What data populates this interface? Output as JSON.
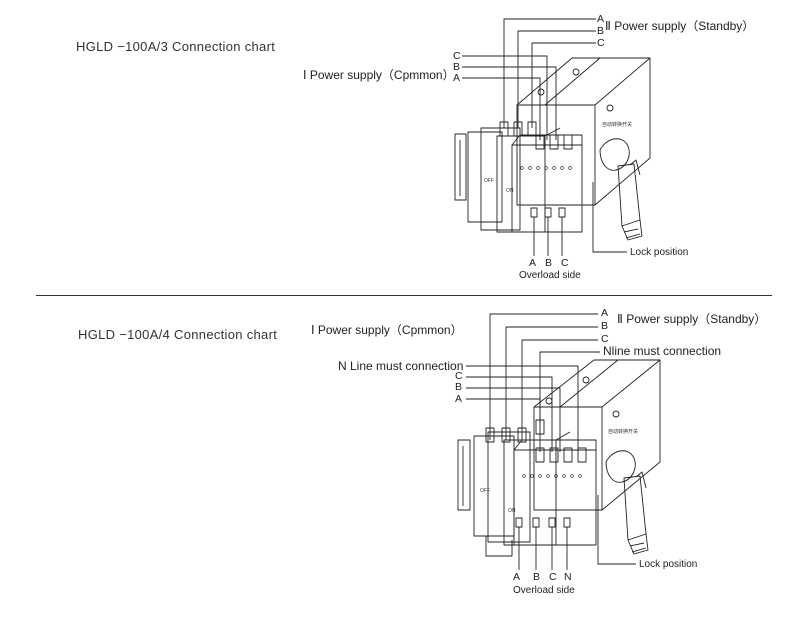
{
  "diagram1": {
    "title": "HGLD −100A/3 Connection chart",
    "standby_label": "Ⅱ Power supply（Standby）",
    "common_label": "Ⅰ Power supply（Cpmmon）",
    "standby_phases": [
      "A",
      "B",
      "C"
    ],
    "common_phases": [
      "C",
      "B",
      "A"
    ],
    "bottom_phases": [
      "A",
      "B",
      "C"
    ],
    "overload_label": "Overload side",
    "lock_label": "Lock position"
  },
  "diagram2": {
    "title": "HGLD −100A/4 Connection chart",
    "standby_label": "Ⅱ Power supply（Standby）",
    "common_label": "Ⅰ Power supply（Cpmmon）",
    "standby_phases": [
      "A",
      "B",
      "C"
    ],
    "nline_label": "Nline must connection",
    "n_line_label": "N Line must connection",
    "common_phases": [
      "C",
      "B",
      "A"
    ],
    "bottom_phases": [
      "A",
      "B",
      "C",
      "N"
    ],
    "overload_label": "Overload side",
    "lock_label": "Lock position"
  }
}
